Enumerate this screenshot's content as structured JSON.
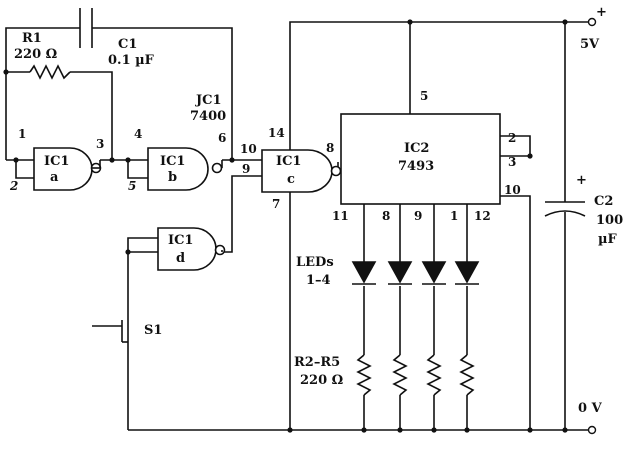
{
  "components": {
    "r1": {
      "name": "R1",
      "value": "220 Ω"
    },
    "c1": {
      "name": "C1",
      "value": "0.1 µF"
    },
    "ic1_chip": {
      "name": "JC1",
      "part": "7400"
    },
    "gate_a": {
      "name": "IC1",
      "sub": "a"
    },
    "gate_b": {
      "name": "IC1",
      "sub": "b"
    },
    "gate_c": {
      "name": "IC1",
      "sub": "c"
    },
    "gate_d": {
      "name": "IC1",
      "sub": "d"
    },
    "ic2": {
      "name": "IC2",
      "part": "7493"
    },
    "c2": {
      "name": "C2",
      "value": "100",
      "unit": "µF",
      "polarity": "+"
    },
    "leds": {
      "name": "LEDs",
      "range": "1–4"
    },
    "resistors": {
      "name": "R2–R5",
      "value": "220 Ω"
    },
    "switch": {
      "name": "S1"
    }
  },
  "pins": {
    "a_in1": "1",
    "a_in2": "2",
    "a_out": "3",
    "b_in1": "4",
    "b_in2": "5",
    "b_out": "6",
    "c_in1": "10",
    "c_in2": "9",
    "c_out": "8",
    "vcc": "14",
    "gnd": "7",
    "ic2_top": "5",
    "ic2_clk": "8",
    "ic2_r1": "2",
    "ic2_r2": "3",
    "ic2_gnd": "10",
    "ic2_q": [
      "11",
      "8",
      "9",
      "1",
      "12"
    ]
  },
  "supply": {
    "pos_sign": "+",
    "pos_label": "5V",
    "neg_label": "0 V"
  }
}
